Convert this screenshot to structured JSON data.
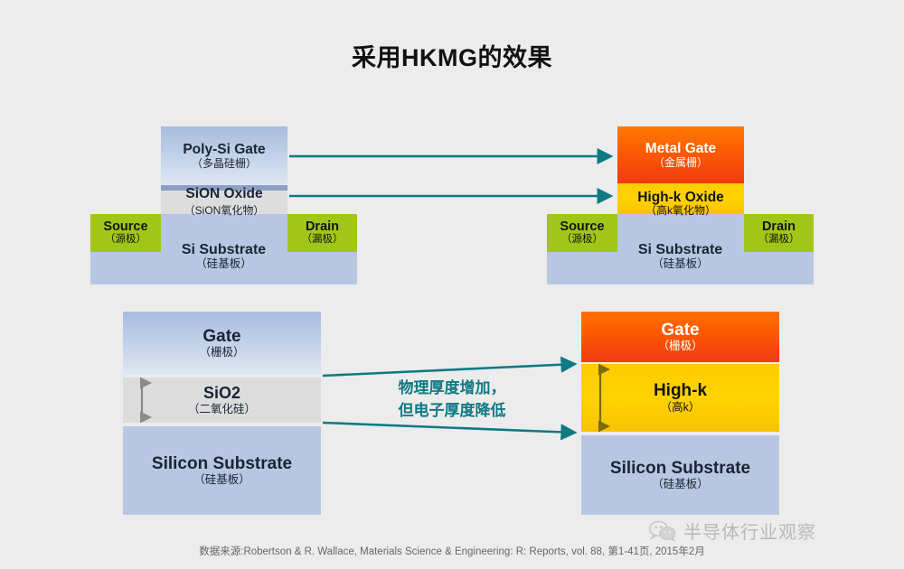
{
  "title": "采用HKMG的效果",
  "top_left_device": {
    "name": "conventional-poly-si-transistor",
    "gate": {
      "en": "Poly-Si Gate",
      "cn": "（多晶硅栅）",
      "color": "#b9cbe6"
    },
    "oxide": {
      "en": "SiON Oxide",
      "cn": "（SiON氧化物）",
      "color": "#dddddd"
    },
    "substrate": {
      "en": "Si Substrate",
      "cn": "（硅基板）",
      "color": "#b7c7e2"
    },
    "source": {
      "en": "Source",
      "cn": "（源极）",
      "color": "#a2c617"
    },
    "drain": {
      "en": "Drain",
      "cn": "（漏极）",
      "color": "#a2c617"
    }
  },
  "top_right_device": {
    "name": "hkmg-transistor",
    "gate": {
      "en": "Metal Gate",
      "cn": "（金属栅）",
      "color": "#fb5504"
    },
    "oxide": {
      "en": "High-k Oxide",
      "cn": "（高k氧化物）",
      "color": "#ffcc00"
    },
    "substrate": {
      "en": "Si Substrate",
      "cn": "（硅基板）",
      "color": "#b7c7e2"
    },
    "source": {
      "en": "Source",
      "cn": "（源极）",
      "color": "#a2c617"
    },
    "drain": {
      "en": "Drain",
      "cn": "（漏极）",
      "color": "#a2c617"
    }
  },
  "bottom_left_stack": {
    "name": "sio2-gate-stack",
    "gate": {
      "en": "Gate",
      "cn": "（栅极）",
      "color": "#b9cbe6"
    },
    "dielectric": {
      "en": "SiO2",
      "cn": "（二氧化硅）",
      "color": "#dcdcdc"
    },
    "substrate": {
      "en": "Silicon Substrate",
      "cn": "（硅基板）",
      "color": "#b7c7e2"
    }
  },
  "bottom_right_stack": {
    "name": "high-k-gate-stack",
    "gate": {
      "en": "Gate",
      "cn": "（栅极）",
      "color": "#fb5504"
    },
    "dielectric": {
      "en": "High-k",
      "cn": "（高k）",
      "color": "#ffcc00"
    },
    "substrate": {
      "en": "Silicon Substrate",
      "cn": "（硅基板）",
      "color": "#b7c7e2"
    }
  },
  "annotations": {
    "middle_note_line1": "物理厚度增加，",
    "middle_note_line2": "但电子厚度降低",
    "arrow_color": "#0d7a84"
  },
  "footer": {
    "source_text": "数据来源:Robertson & R. Wallace, Materials Science & Engineering: R: Reports, vol. 88, 第1-41页, 2015年2月"
  },
  "watermark": {
    "icon": "wechat-icon",
    "text": "半导体行业观察"
  }
}
